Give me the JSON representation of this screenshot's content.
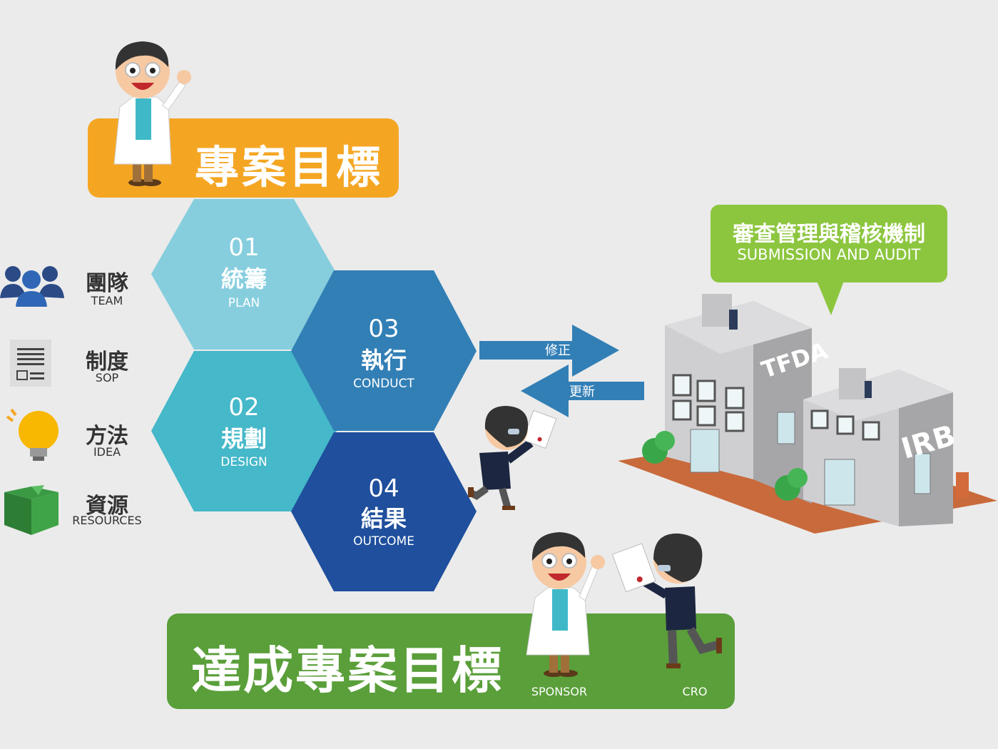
{
  "banners": {
    "goal": "專案目標",
    "achieve": "達成專案目標"
  },
  "sidebar": [
    {
      "zh": "團隊",
      "en": "TEAM",
      "icon": "team-icon"
    },
    {
      "zh": "制度",
      "en": "SOP",
      "icon": "document-icon"
    },
    {
      "zh": "方法",
      "en": "IDEA",
      "icon": "lightbulb-icon"
    },
    {
      "zh": "資源",
      "en": "RESOURCES",
      "icon": "box-icon"
    }
  ],
  "hexagons": [
    {
      "num": "01",
      "zh": "統籌",
      "en": "PLAN",
      "color": "#86cede"
    },
    {
      "num": "02",
      "zh": "規劃",
      "en": "DESIGN",
      "color": "#45b8c9"
    },
    {
      "num": "03",
      "zh": "執行",
      "en": "CONDUCT",
      "color": "#327fb6"
    },
    {
      "num": "04",
      "zh": "結果",
      "en": "OUTCOME",
      "color": "#1f4f9d"
    }
  ],
  "arrows": {
    "right": "修正",
    "left": "更新"
  },
  "callout": {
    "zh": "審查管理與稽核機制",
    "en": "SUBMISSION AND AUDIT"
  },
  "buildings": {
    "left": "TFDA",
    "right": "IRB"
  },
  "people": {
    "sponsor": "SPONSOR",
    "cro": "CRO"
  },
  "colors": {
    "orange": "#f4a623",
    "green": "#5a9f3a",
    "callout_green": "#8cc63f"
  }
}
